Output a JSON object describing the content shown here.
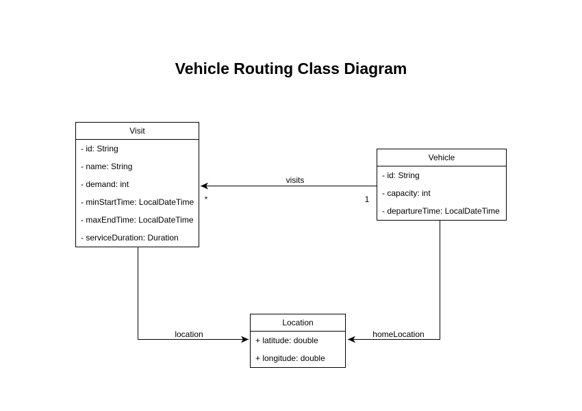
{
  "title": "Vehicle Routing Class Diagram",
  "classes": {
    "visit": {
      "name": "Visit",
      "attributes": [
        "- id: String",
        "- name: String",
        "- demand: int",
        "- minStartTime: LocalDateTime",
        "- maxEndTime: LocalDateTime",
        "- serviceDuration: Duration"
      ]
    },
    "vehicle": {
      "name": "Vehicle",
      "attributes": [
        "- id: String",
        "- capacity: int",
        "- departureTime: LocalDateTime"
      ]
    },
    "location": {
      "name": "Location",
      "attributes": [
        "+ latitude: double",
        "+ longitude: double"
      ]
    }
  },
  "associations": {
    "visits": {
      "label": "visits",
      "from": "Vehicle",
      "to": "Visit",
      "from_multiplicity": "1",
      "to_multiplicity": "*"
    },
    "location": {
      "label": "location",
      "from": "Visit",
      "to": "Location"
    },
    "home_location": {
      "label": "homeLocation",
      "from": "Vehicle",
      "to": "Location"
    }
  },
  "colors": {
    "line": "#000000",
    "box_border": "#000000",
    "box_fill": "#ffffff",
    "text": "#000000",
    "background": "#ffffff"
  }
}
